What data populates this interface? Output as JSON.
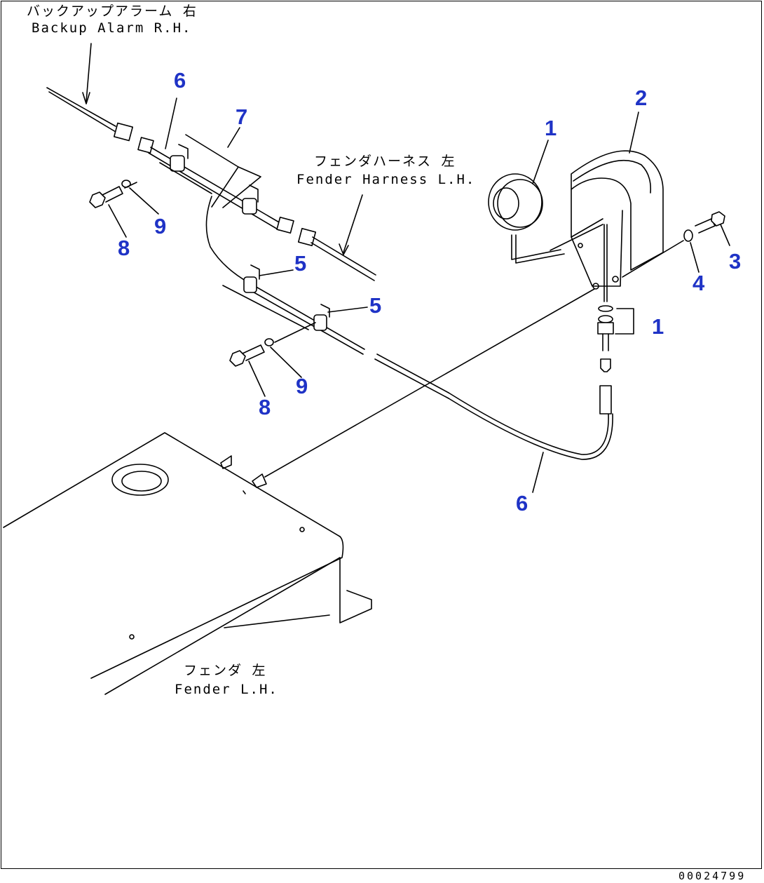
{
  "diagram": {
    "labels": {
      "backup_alarm_jp": "バックアップアラーム 右",
      "backup_alarm_en": "Backup Alarm R.H.",
      "fender_harness_jp": "フェンダハーネス 左",
      "fender_harness_en": "Fender Harness L.H.",
      "fender_jp": "フェンダ 左",
      "fender_en": "Fender L.H."
    },
    "callouts": {
      "c1a": "1",
      "c1b": "1",
      "c2": "2",
      "c3": "3",
      "c4": "4",
      "c5a": "5",
      "c5b": "5",
      "c6a": "6",
      "c6b": "6",
      "c7": "7",
      "c8a": "8",
      "c8b": "8",
      "c9a": "9",
      "c9b": "9"
    },
    "drawing_number": "00024799",
    "colors": {
      "callout": "#1f33c6",
      "line": "#000000"
    }
  }
}
